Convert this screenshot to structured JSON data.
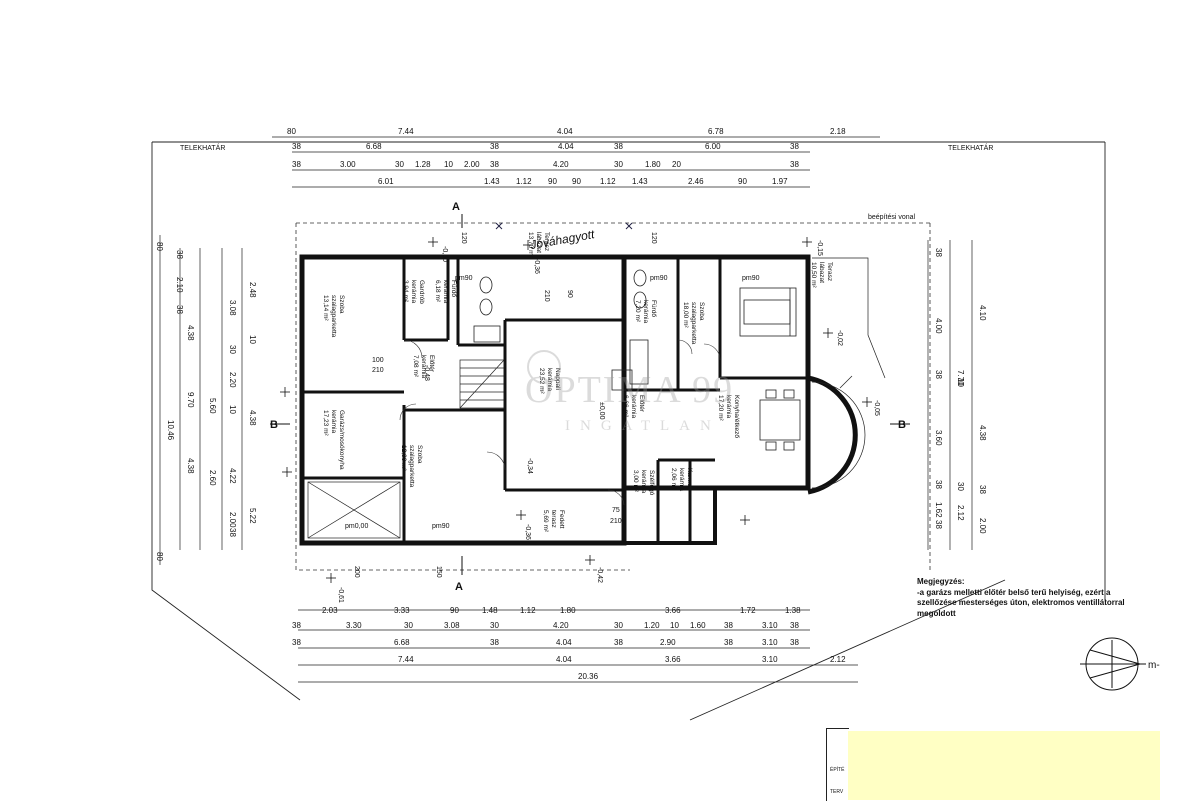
{
  "plot": {
    "boundary_left": "TELEKHATÁR",
    "boundary_right": "TELEKHATÁR",
    "building_line": "beépítési vonal",
    "signature": "Jóváhagyott"
  },
  "dims_top": {
    "row1": [
      "80",
      "7.44",
      "4.04",
      "6.78",
      "2.18"
    ],
    "row2": [
      "38",
      "6.68",
      "38",
      "4.04",
      "38",
      "6.00",
      "38"
    ],
    "row3": [
      "38",
      "3.00",
      "30",
      "1.28",
      "10",
      "2.00",
      "38",
      "4.20",
      "30",
      "1.80",
      "20",
      "38"
    ],
    "row4": [
      "6.01",
      "1.43",
      "1.12",
      "90",
      "90",
      "1.12",
      "1.43",
      "2.46",
      "90",
      "1.97"
    ]
  },
  "dims_bottom": {
    "row1": [
      "2.03",
      "3.33",
      "90",
      "1.48",
      "1.12",
      "1.80",
      "3.66",
      "1.72",
      "1.38"
    ],
    "row2": [
      "38",
      "3.30",
      "30",
      "3.08",
      "30",
      "4.20",
      "30",
      "1.20",
      "10",
      "1.60",
      "38",
      "3.10",
      "38"
    ],
    "row3": [
      "38",
      "6.68",
      "38",
      "4.04",
      "38",
      "2.90",
      "38",
      "3.10",
      "38"
    ],
    "row4": [
      "7.44",
      "4.04",
      "3.66",
      "3.10",
      "2.12"
    ],
    "total": "20.36"
  },
  "dims_left": {
    "outer": "10.46",
    "row_a": [
      "80",
      "38",
      "2.10",
      "38",
      "3.08",
      "30",
      "4.38",
      "5.22",
      "2.00",
      "38",
      "80"
    ],
    "row_b": [
      "2.48",
      "9.70",
      "10",
      "2.20",
      "10",
      "4.38",
      "2.60"
    ],
    "row_c": [
      "4.38",
      "5.60",
      "4.22",
      "38"
    ]
  },
  "dims_right": {
    "outer": "4.10",
    "row_a": [
      "38",
      "4.00",
      "38",
      "7.70",
      "10",
      "3.60",
      "38",
      "1.62",
      "38",
      "2.00"
    ],
    "row_b": [
      "4.38",
      "2.12",
      "30",
      "38"
    ]
  },
  "rooms": [
    {
      "name": "Szoba",
      "sub": "szalagparketta",
      "area": "13,14 m²"
    },
    {
      "name": "Gardrób",
      "sub": "kerámia",
      "area": "3,94 m²"
    },
    {
      "name": "Fürdő",
      "sub": "kerámia",
      "area": "6,18 m²"
    },
    {
      "name": "Terasz",
      "sub": "lábazat",
      "area": "13,70 m²"
    },
    {
      "name": "Nappali",
      "sub": "kerámia",
      "area": "23,52 m²"
    },
    {
      "name": "Előtér",
      "sub": "kerámia",
      "area": "7,08 m²"
    },
    {
      "name": "Garázs/mosókonyha",
      "sub": "kerámia",
      "area": "17,23 m²"
    },
    {
      "name": "Szoba",
      "sub": "szalagparketta",
      "area": "12,00 m²"
    },
    {
      "name": "Fürdő",
      "sub": "kerámia",
      "area": "7,20 m²"
    },
    {
      "name": "Szoba",
      "sub": "szalagparketta",
      "area": "18,00 m²"
    },
    {
      "name": "Előtér",
      "sub": "kerámia",
      "area": "6,66 m²"
    },
    {
      "name": "Konyha/étkező",
      "sub": "kerámia",
      "area": "17,20 m²"
    },
    {
      "name": "Kamra",
      "sub": "kerámia",
      "area": "2,06 m²"
    },
    {
      "name": "Szélfogó",
      "sub": "kerámia",
      "area": "3,00 m²"
    },
    {
      "name": "Fedett",
      "sub": "terasz",
      "area": "5,69 m²"
    },
    {
      "name": "Terasz",
      "sub": "lábazat",
      "area": "10,50 m²"
    }
  ],
  "levels": [
    "-0,50",
    "-0,36",
    "-0,15",
    "-0,02",
    "-0,05",
    "±0,00",
    "-0,34",
    "-0,36",
    "-0,42",
    "-0,61",
    "-0,48",
    "pm90",
    "pm90",
    "pm90",
    "pm90",
    "pm0,00"
  ],
  "doors": [
    "210",
    "90",
    "120",
    "100",
    "210",
    "75",
    "210",
    "120",
    "200",
    "150"
  ],
  "section_marks": [
    "A",
    "A",
    "B",
    "B"
  ],
  "note": {
    "title": "Megjegyzés:",
    "lines": [
      "-a garázs melletti előtér belső terű helyiség, ezért a",
      "szellőzése mesterséges úton, elektromos ventillátorral",
      "megoldott"
    ]
  },
  "watermark": {
    "line1": "OPTIMA 99",
    "line2": "INGATLAN"
  },
  "title_block": [
    "ÉPÍTÉ",
    "TERV"
  ],
  "compass": {
    "label": "m-"
  }
}
